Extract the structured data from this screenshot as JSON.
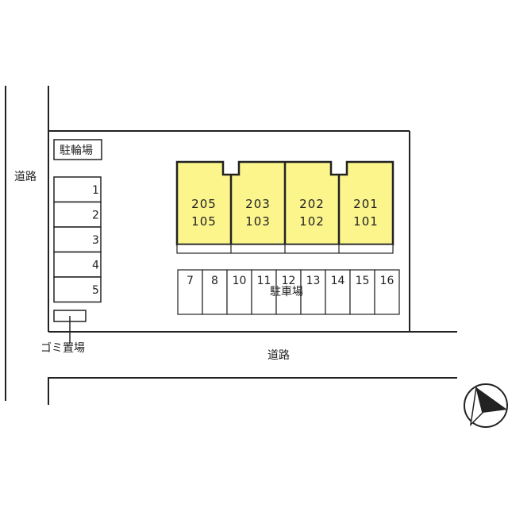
{
  "labels": {
    "road_left": "道路",
    "road_bottom": "道路",
    "bicycle_parking": "駐輪場",
    "garbage": "ゴミ置場",
    "car_parking": "駐車場"
  },
  "bicycle_slots": [
    "1",
    "2",
    "3",
    "4",
    "5"
  ],
  "units": [
    {
      "upper": "205",
      "lower": "105"
    },
    {
      "upper": "203",
      "lower": "103"
    },
    {
      "upper": "202",
      "lower": "102"
    },
    {
      "upper": "201",
      "lower": "101"
    }
  ],
  "car_slots": [
    "7",
    "8",
    "10",
    "11",
    "12",
    "13",
    "14",
    "15",
    "16"
  ],
  "colors": {
    "building_fill": "#fbf58c",
    "line": "#222222"
  },
  "icons": {
    "compass": "north-arrow-icon"
  }
}
